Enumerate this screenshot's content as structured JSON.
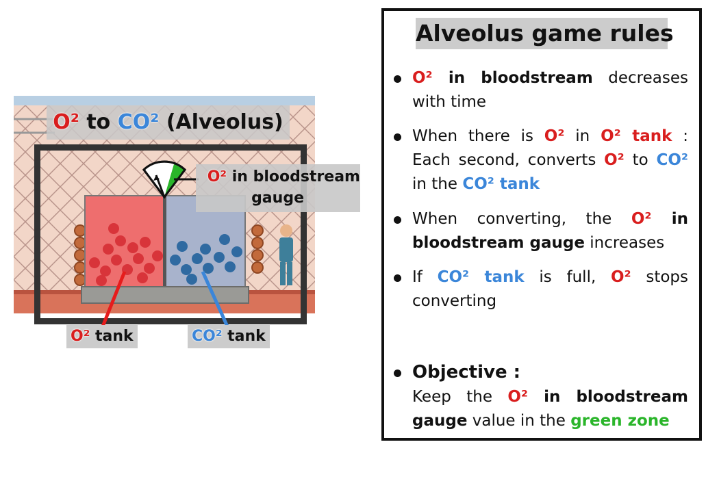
{
  "scene": {
    "title": {
      "o2": "O²",
      "to": " to ",
      "co2": "CO²",
      "rest": " (Alveolus)"
    },
    "gauge_label": {
      "o2": "O²",
      "line1": " in bloodstream",
      "line2": "gauge"
    },
    "o2_tank_label": {
      "o2": "O²",
      "rest": " tank"
    },
    "co2_tank_label": {
      "co2": "CO²",
      "rest": " tank"
    }
  },
  "rules": {
    "title": "Alveolus game rules",
    "items": [
      {
        "o2": "O²",
        "bold": " in bloodstream",
        "rest": " decreases with time"
      },
      {
        "pre": "When there is ",
        "o2a": "O²",
        "mid": " in ",
        "o2b": "O² tank",
        "rest": " : Each second, converts ",
        "o2c": "O²",
        "to": " to ",
        "co2": "CO²",
        "in": " in the ",
        "co2tank": "CO² tank"
      },
      {
        "pre": "When converting, the ",
        "o2": "O²",
        "bold": " in bloodstream gauge",
        "rest": " increases"
      },
      {
        "pre": "If ",
        "co2tank": "CO² tank",
        "mid": " is full, ",
        "o2": "O²",
        "rest": " stops converting"
      }
    ],
    "objective": {
      "head": "Objective :",
      "pre": "Keep the ",
      "o2": "O²",
      "bold": " in bloodstream gauge",
      "mid": " value in the ",
      "green": "green zone"
    }
  },
  "colors": {
    "o2": "#d91e1e",
    "co2": "#3b86d9",
    "green": "#2ab52a"
  }
}
